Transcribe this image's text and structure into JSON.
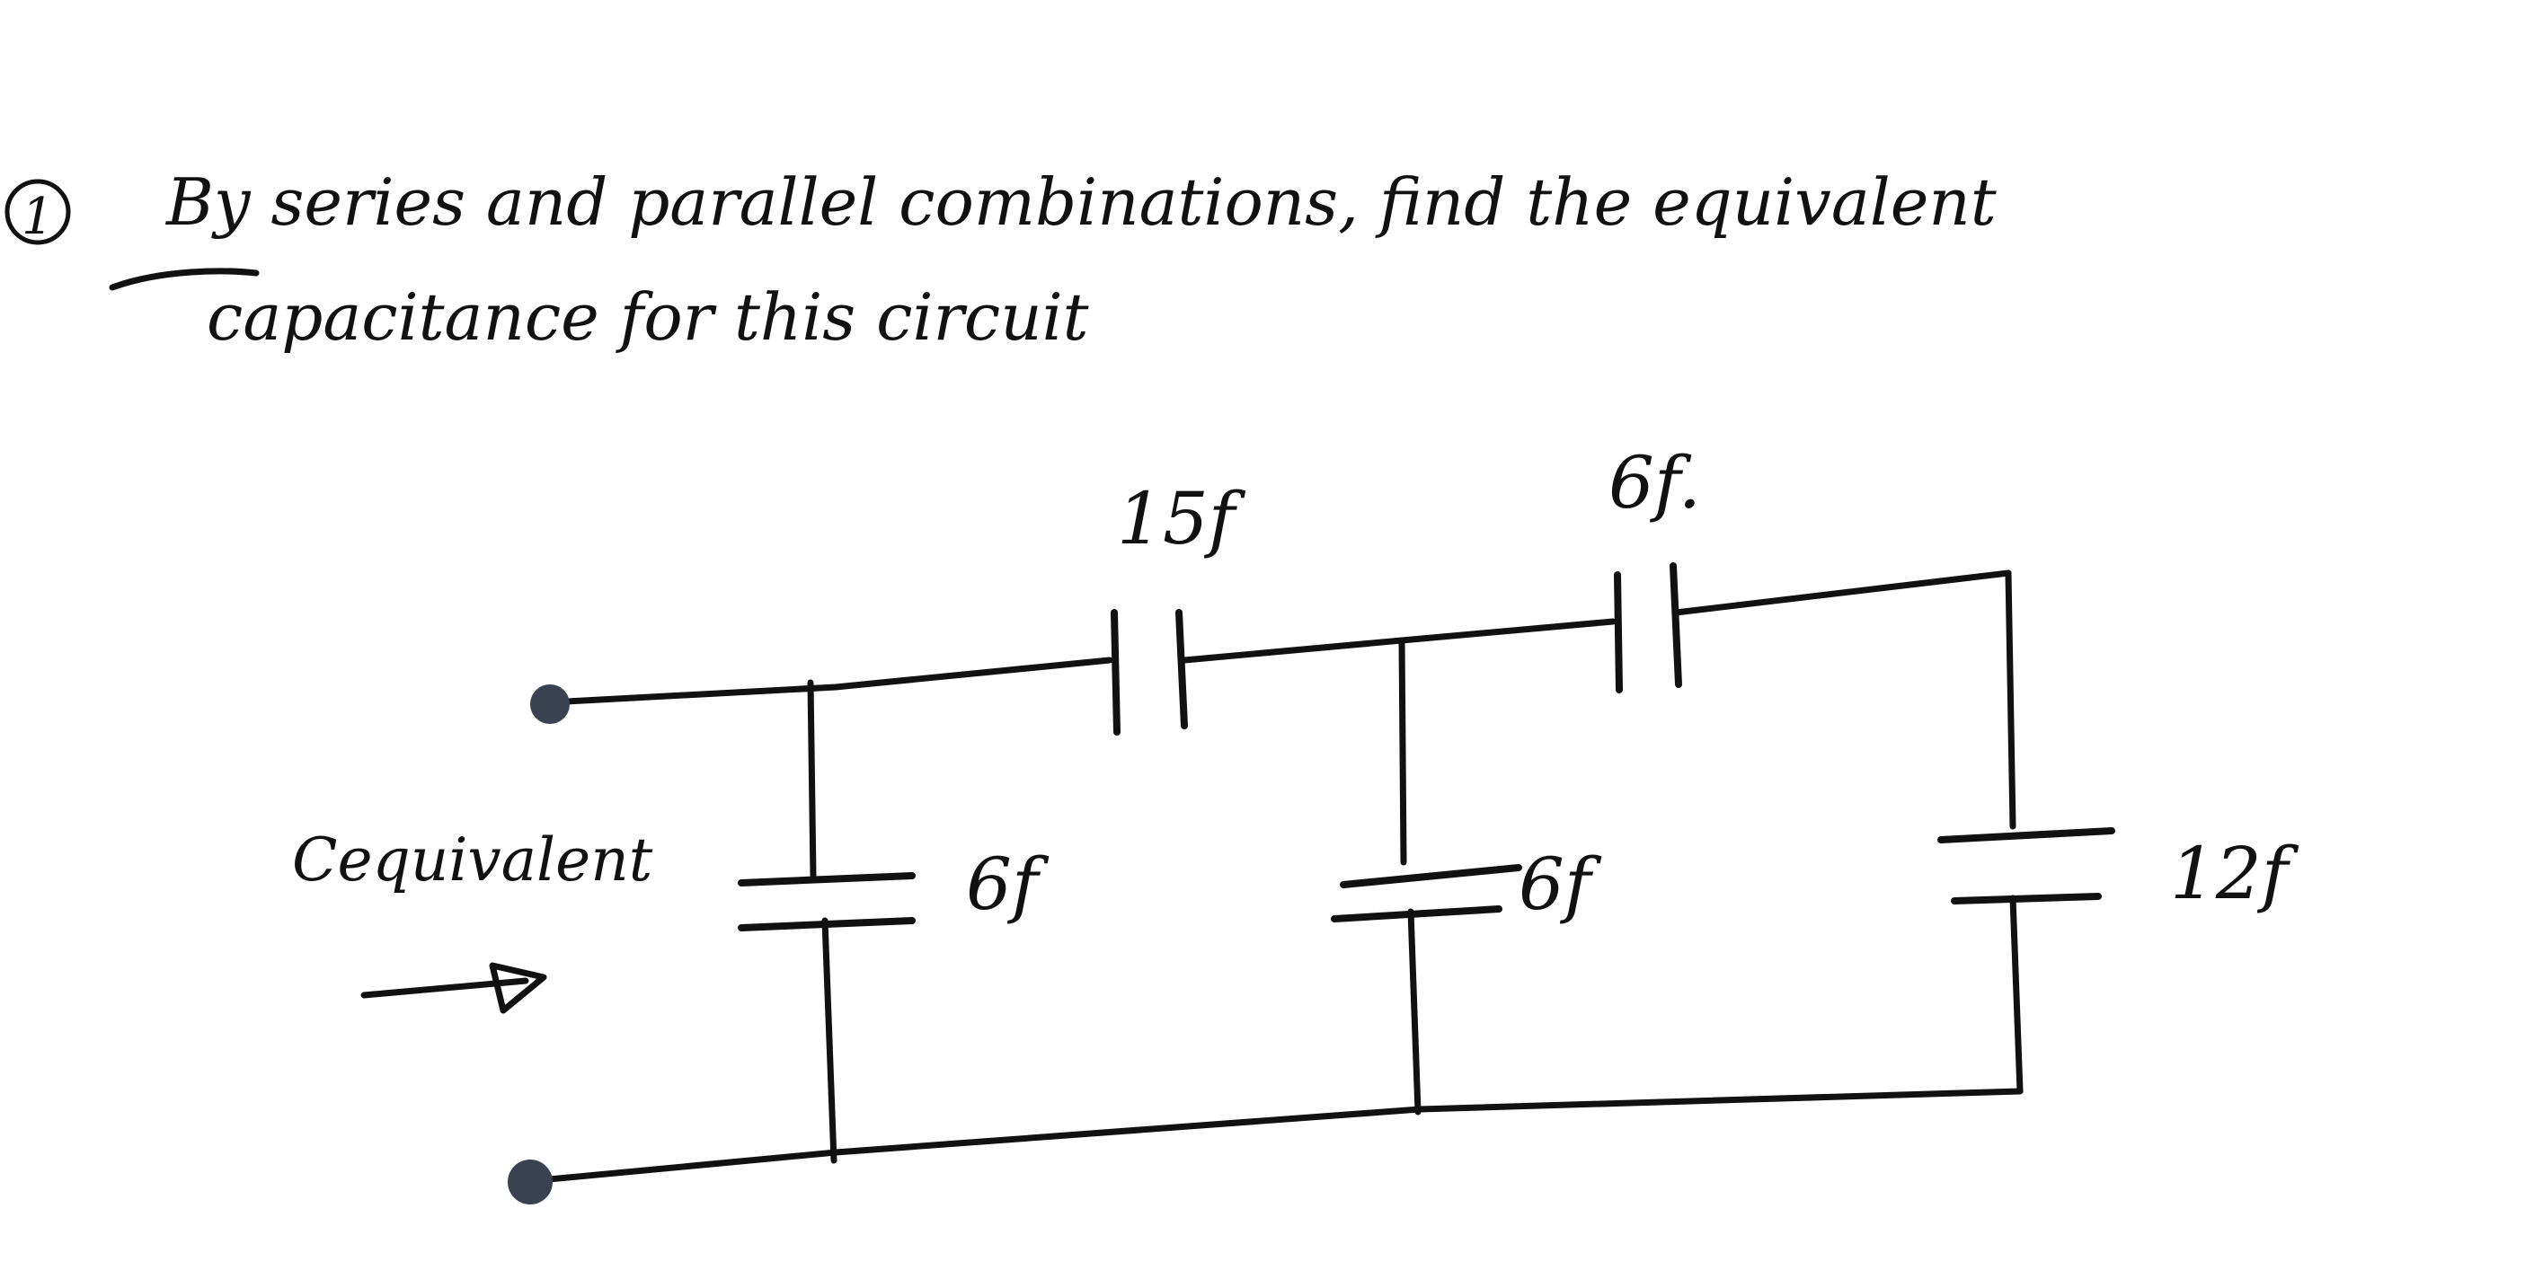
{
  "question": {
    "number": "1",
    "line1": "By series and parallel combinations, find the equivalent",
    "line2": "capacitance for this circuit"
  },
  "circuit": {
    "series_caps": [
      {
        "id": "c-series-left",
        "label": "15f"
      },
      {
        "id": "c-series-right",
        "label": "6f."
      }
    ],
    "shunt_caps": [
      {
        "id": "c-shunt-1",
        "label": "6f"
      },
      {
        "id": "c-shunt-2",
        "label": "6f"
      },
      {
        "id": "c-shunt-3",
        "label": "12f"
      }
    ],
    "equivalent_label": "Cequivalent"
  }
}
